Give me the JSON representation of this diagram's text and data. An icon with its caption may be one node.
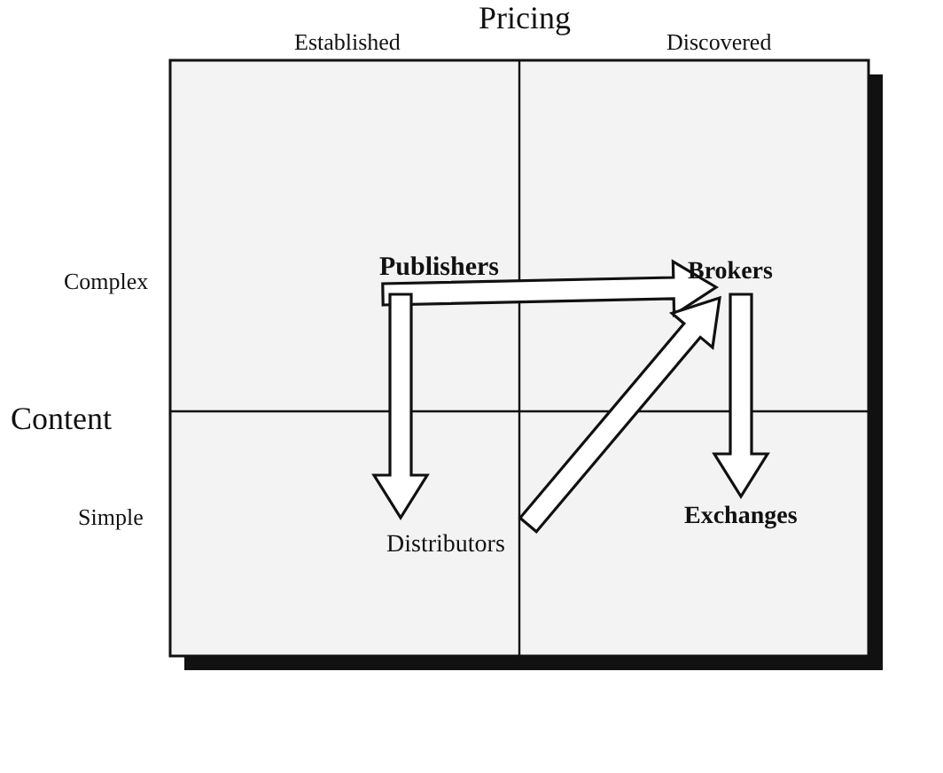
{
  "diagram": {
    "nodes": [
      {
        "text": [
          "Publishers"
        ]
      },
      {
        "text": [
          "Brokers"
        ]
      },
      {
        "text": [
          "Distributors"
        ]
      },
      {
        "text": [
          "Exchanges"
        ]
      }
    ],
    "edges": [
      {
        "from": 0,
        "to": 1,
        "arrow": "to"
      },
      {
        "from": 0,
        "to": 2,
        "arrow": "to"
      },
      {
        "from": 2,
        "to": 1,
        "arrow": "to"
      },
      {
        "from": 1,
        "to": 3,
        "arrow": "to"
      }
    ],
    "labels": [
      "Pricing",
      "Established",
      "Discovered",
      "Complex",
      "Content",
      "Simple"
    ]
  }
}
